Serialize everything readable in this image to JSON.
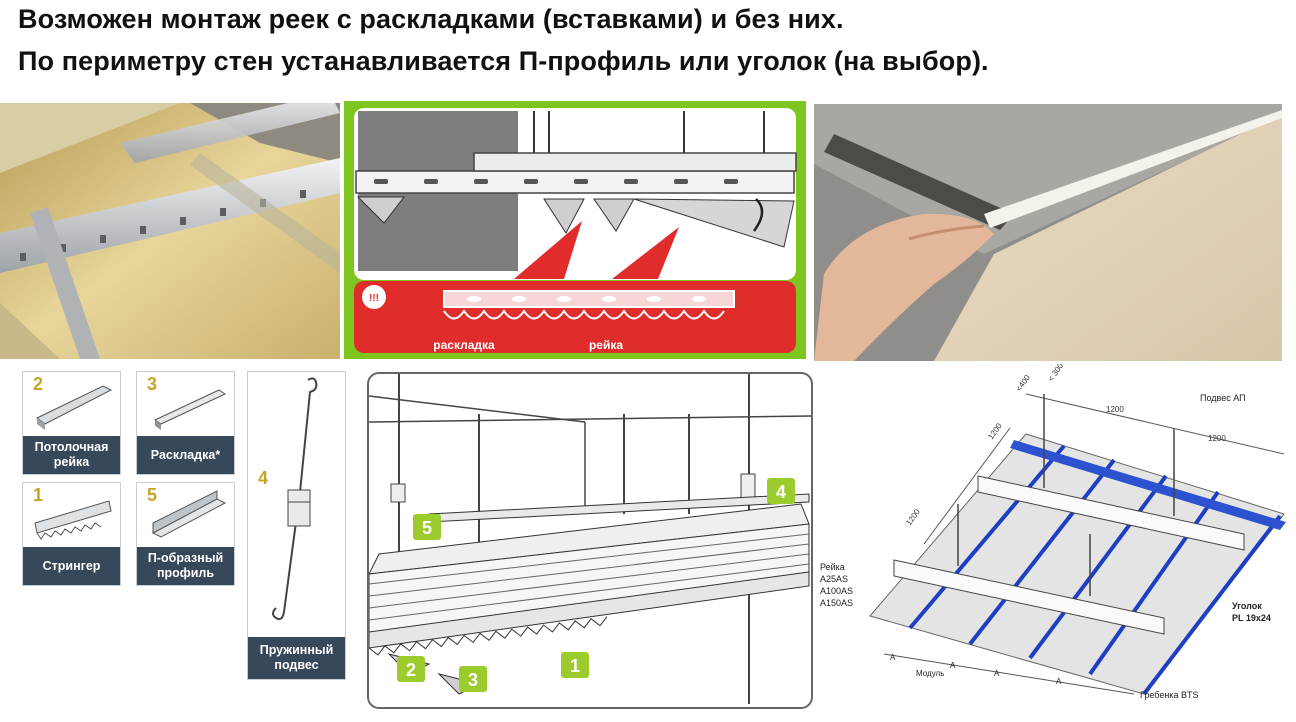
{
  "header": {
    "line1": "Возможен монтаж реек с раскладками (вставками) и без них.",
    "line2": "По периметру стен устанавливается П-профиль или уголок (на выбор)."
  },
  "diagram_red": {
    "warning_badge": "!!!",
    "label_insert": "раскладка",
    "label_rail": "рейка",
    "colors": {
      "green_border": "#7fc51f",
      "red": "#e12c2c"
    }
  },
  "parts": [
    {
      "num": "2",
      "label": "Потолочная рейка"
    },
    {
      "num": "3",
      "label": "Раскладка*"
    },
    {
      "num": "1",
      "label": "Стрингер"
    },
    {
      "num": "5",
      "label": "П-образный профиль"
    },
    {
      "num": "4",
      "label": "Пружинный подвес"
    }
  ],
  "assembly": {
    "callouts": [
      "5",
      "4",
      "2",
      "3",
      "1"
    ],
    "callout_color": "#9ccb2e"
  },
  "scheme": {
    "dim_400": "<400",
    "dim_300": "< 300",
    "dim_1200_a": "1200",
    "dim_1200_b": "1200",
    "dim_1200_c": "1200",
    "dim_1200_d": "1200",
    "hanger_label": "Подвес АП",
    "rail_label": "Рейка",
    "rail_models": [
      "A25AS",
      "A100AS",
      "A150AS"
    ],
    "corner_label": "Уголок",
    "corner_model": "PL 19x24",
    "comb_label": "Гребенка BTS",
    "module_label": "Модуль",
    "dim_a": "A",
    "accent": "#1c3fc4"
  }
}
